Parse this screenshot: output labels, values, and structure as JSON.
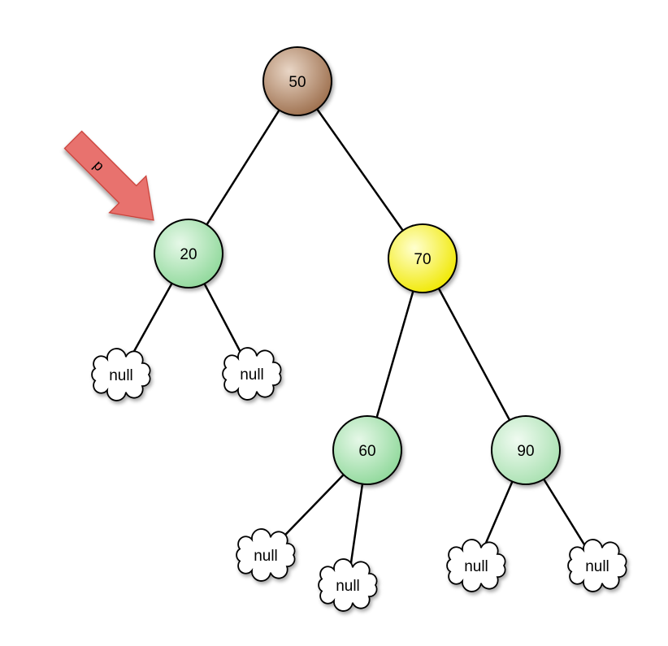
{
  "pointer": {
    "label": "p",
    "target": "n20",
    "color": "#e8726e",
    "stroke": "#c83a32"
  },
  "nodes": [
    {
      "id": "n50",
      "label": "50",
      "kind": "node",
      "color_light": "#e9d6c6",
      "color_dark": "#9c6e4c"
    },
    {
      "id": "n20",
      "label": "20",
      "kind": "node",
      "color_light": "#e6f8e8",
      "color_dark": "#8fd89a"
    },
    {
      "id": "n70",
      "label": "70",
      "kind": "node",
      "color_light": "#ffffd0",
      "color_dark": "#f0e800"
    },
    {
      "id": "n60",
      "label": "60",
      "kind": "node",
      "color_light": "#e6f8e8",
      "color_dark": "#8fd89a"
    },
    {
      "id": "n90",
      "label": "90",
      "kind": "node",
      "color_light": "#f0fbf1",
      "color_dark": "#a8e0b0"
    },
    {
      "id": "c1",
      "label": "null",
      "kind": "null"
    },
    {
      "id": "c2",
      "label": "null",
      "kind": "null"
    },
    {
      "id": "c3",
      "label": "null",
      "kind": "null"
    },
    {
      "id": "c4",
      "label": "null",
      "kind": "null"
    },
    {
      "id": "c5",
      "label": "null",
      "kind": "null"
    },
    {
      "id": "c6",
      "label": "null",
      "kind": "null"
    }
  ],
  "edges": [
    [
      "n50",
      "n20"
    ],
    [
      "n50",
      "n70"
    ],
    [
      "n20",
      "c1"
    ],
    [
      "n20",
      "c2"
    ],
    [
      "n70",
      "n60"
    ],
    [
      "n70",
      "n90"
    ],
    [
      "n60",
      "c3"
    ],
    [
      "n60",
      "c4"
    ],
    [
      "n90",
      "c5"
    ],
    [
      "n90",
      "c6"
    ]
  ]
}
